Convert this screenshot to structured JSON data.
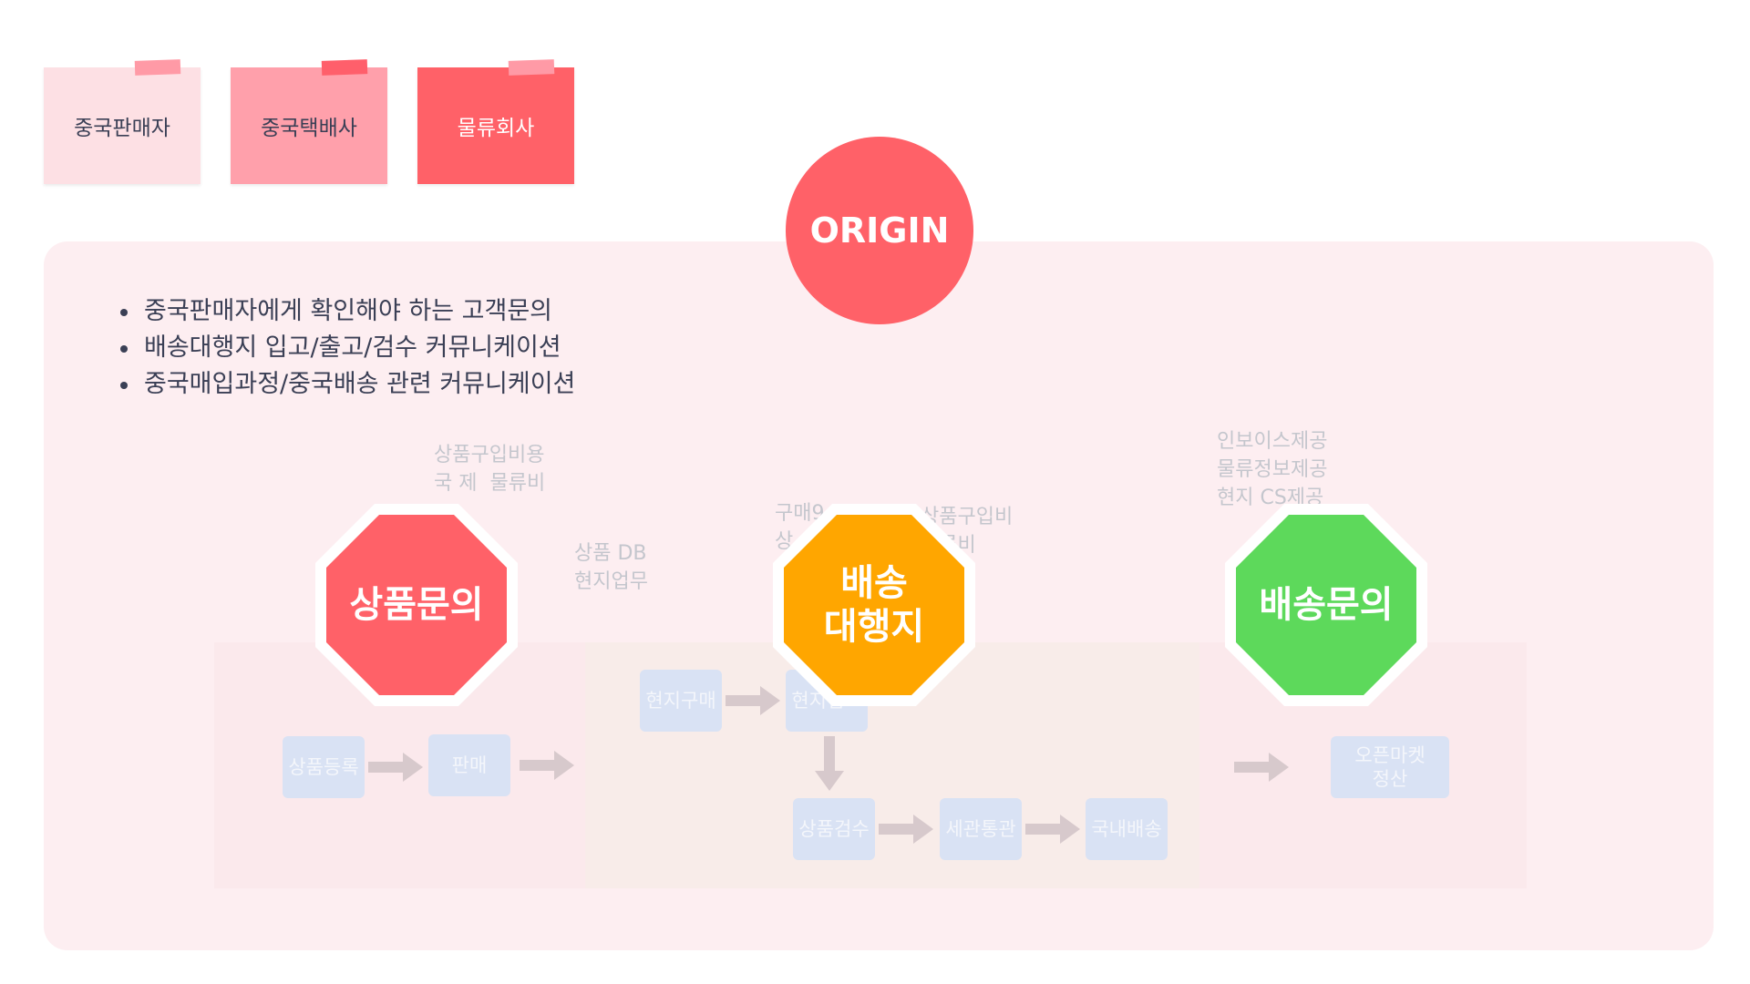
{
  "legend": [
    {
      "label": "중국판매자",
      "color": "#fde0e4"
    },
    {
      "label": "중국택배사",
      "color": "#ffa0ab"
    },
    {
      "label": "물류회사",
      "color": "#ff6168"
    }
  ],
  "origin": {
    "label": "ORIGIN",
    "color": "#ff6168"
  },
  "bullets": [
    "중국판매자에게 확인해야 하는 고객문의",
    "배송대행지 입고/출고/검수 커뮤니케이션",
    "중국매입과정/중국배송 관련 커뮤니케이션"
  ],
  "stops": [
    {
      "label": "상품문의",
      "color": "#ff6168"
    },
    {
      "label": "배송\n대행지",
      "color": "#ffa600"
    },
    {
      "label": "배송문의",
      "color": "#5dd95b"
    }
  ],
  "annotations": {
    "cost_1": "상품구입비용\n국 제  물류비",
    "db": "상품 DB\n현지업무",
    "cost_2_left": "구매9\n상",
    "cost_2_right": "상품구입비\n물류비",
    "services": "인보이스제공\n물류정보제공\n현지 CS제공"
  },
  "flow": {
    "register": "상품등록",
    "sell": "판매",
    "local_buy": "현지구매",
    "local_in": "현지입고",
    "inspect": "상품검수",
    "customs": "세관통관",
    "domestic": "국내배송",
    "settle": "오픈마켓\n정산"
  }
}
